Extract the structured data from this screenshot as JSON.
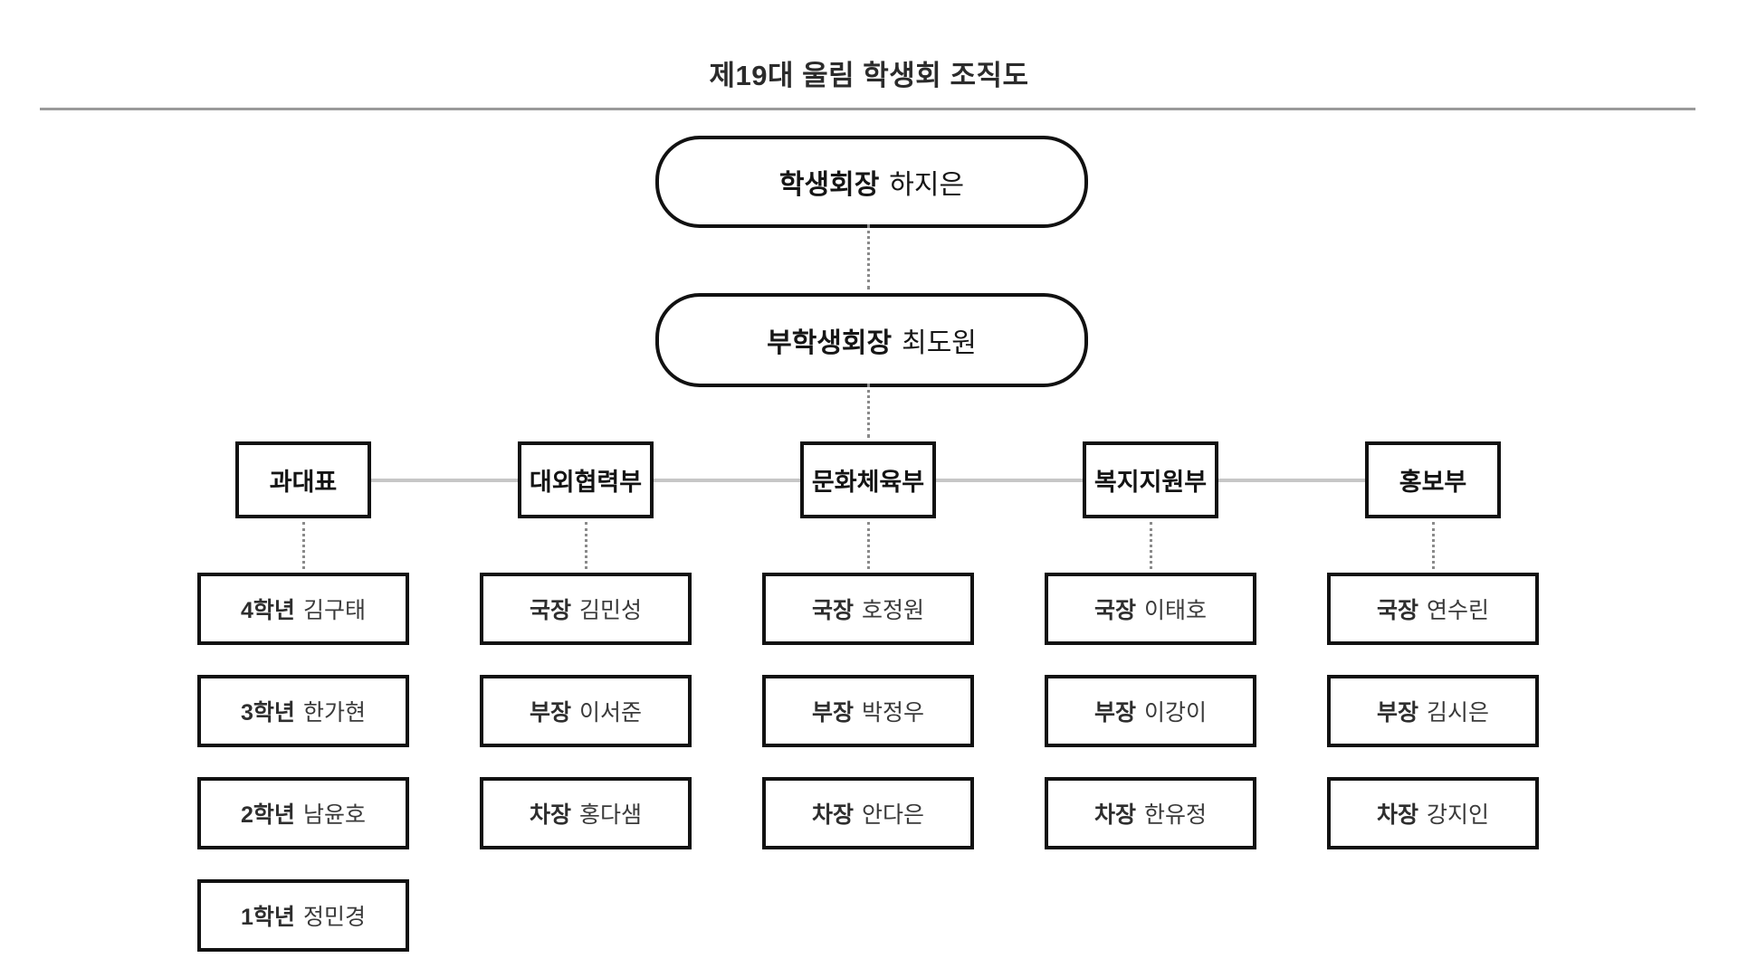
{
  "title": "제19대 울림 학생회 조직도",
  "president": {
    "role": "학생회장",
    "name": "하지은"
  },
  "vice_president": {
    "role": "부학생회장",
    "name": "최도원"
  },
  "departments": [
    {
      "name": "과대표",
      "members": [
        {
          "role": "4학년",
          "name": "김구태"
        },
        {
          "role": "3학년",
          "name": "한가현"
        },
        {
          "role": "2학년",
          "name": "남윤호"
        },
        {
          "role": "1학년",
          "name": "정민경"
        }
      ]
    },
    {
      "name": "대외협력부",
      "members": [
        {
          "role": "국장",
          "name": "김민성"
        },
        {
          "role": "부장",
          "name": "이서준"
        },
        {
          "role": "차장",
          "name": "홍다샘"
        }
      ]
    },
    {
      "name": "문화체육부",
      "members": [
        {
          "role": "국장",
          "name": "호정원"
        },
        {
          "role": "부장",
          "name": "박정우"
        },
        {
          "role": "차장",
          "name": "안다은"
        }
      ]
    },
    {
      "name": "복지지원부",
      "members": [
        {
          "role": "국장",
          "name": "이태호"
        },
        {
          "role": "부장",
          "name": "이강이"
        },
        {
          "role": "차장",
          "name": "한유정"
        }
      ]
    },
    {
      "name": "홍보부",
      "members": [
        {
          "role": "국장",
          "name": "연수린"
        },
        {
          "role": "부장",
          "name": "김시은"
        },
        {
          "role": "차장",
          "name": "강지인"
        }
      ]
    }
  ],
  "colors": {
    "box_border": "#111111",
    "text": "#2e2e2e",
    "divider_gray": "#9a9a9a",
    "connector_gray": "#c7c7c7",
    "dotted_gray": "#8a8a8a",
    "background": "#ffffff"
  }
}
